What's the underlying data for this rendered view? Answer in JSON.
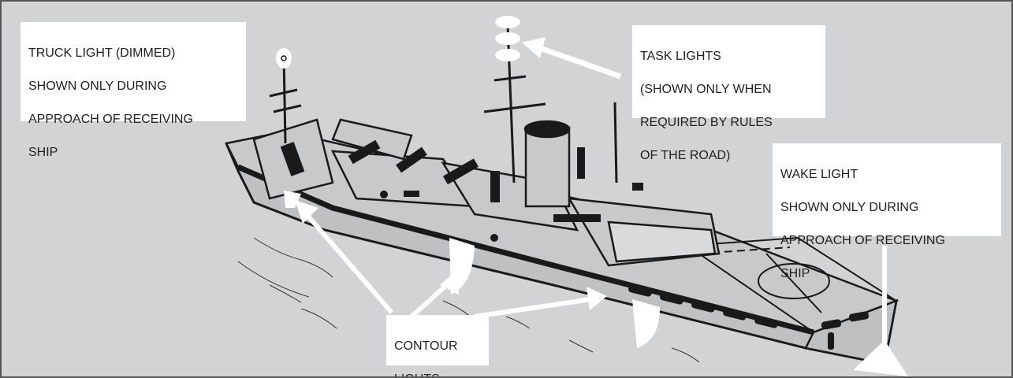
{
  "labels": {
    "truck_light": [
      "TRUCK LIGHT (DIMMED)",
      "SHOWN ONLY DURING",
      "APPROACH OF RECEIVING",
      "SHIP"
    ],
    "task_lights": [
      "TASK LIGHTS",
      "(SHOWN ONLY WHEN",
      "REQUIRED BY RULES",
      "OF THE ROAD)"
    ],
    "wake_light": [
      "WAKE LIGHT",
      "SHOWN ONLY DURING",
      "APPROACH OF RECEIVING",
      "SHIP"
    ],
    "contour_lights": [
      "CONTOUR",
      "LIGHTS"
    ]
  },
  "colors": {
    "background": "#d2d3d5",
    "ship_line": "#1a1a1a",
    "hull_fill": "#bfc0c2",
    "arrow": "#ffffff"
  }
}
